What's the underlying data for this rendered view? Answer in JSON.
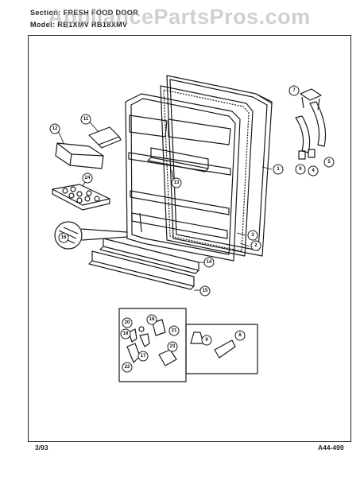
{
  "header": {
    "section_line": "Section: FRESH FOOD DOOR",
    "model_line": "Model: RB1XMV RB18XMV"
  },
  "watermark": "AppliancePartsPros.com",
  "footer": {
    "date": "3/93",
    "code": "A44-499"
  },
  "callouts": {
    "c1": "1",
    "c2": "2",
    "c3": "3",
    "c4": "4",
    "c5": "5",
    "c6": "6",
    "c7": "7",
    "c8": "8",
    "c9": "9",
    "c11": "11",
    "c12": "12",
    "c13": "13",
    "c14": "14",
    "c15": "15",
    "c16": "16",
    "c17": "17",
    "c18": "18",
    "c19": "19",
    "c20": "20",
    "c21": "21",
    "c22": "22",
    "c23": "23",
    "c24": "24"
  }
}
